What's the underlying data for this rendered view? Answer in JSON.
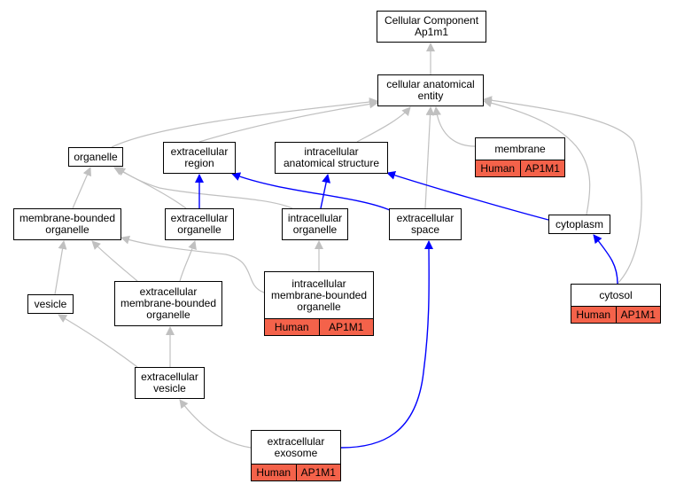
{
  "nodes": {
    "root": {
      "label": "Cellular Component\nAp1m1"
    },
    "cae": {
      "label": "cellular anatomical\nentity"
    },
    "organelle": {
      "label": "organelle"
    },
    "ext_region": {
      "label": "extracellular\nregion"
    },
    "ias": {
      "label": "intracellular\nanatomical structure"
    },
    "membrane": {
      "label": "membrane",
      "species": "Human",
      "gene": "AP1M1"
    },
    "mbo": {
      "label": "membrane-bounded\norganelle"
    },
    "ext_organelle": {
      "label": "extracellular\norganelle"
    },
    "ic_organelle": {
      "label": "intracellular\norganelle"
    },
    "ext_space": {
      "label": "extracellular\nspace"
    },
    "cytoplasm": {
      "label": "cytoplasm"
    },
    "vesicle": {
      "label": "vesicle"
    },
    "ext_mbo": {
      "label": "extracellular\nmembrane-bounded\norganelle"
    },
    "ic_mbo": {
      "label": "intracellular\nmembrane-bounded\norganelle",
      "species": "Human",
      "gene": "AP1M1"
    },
    "cytosol": {
      "label": "cytosol",
      "species": "Human",
      "gene": "AP1M1"
    },
    "ext_vesicle": {
      "label": "extracellular\nvesicle"
    },
    "exosome": {
      "label": "extracellular\nexosome",
      "species": "Human",
      "gene": "AP1M1"
    }
  },
  "edge_colors": {
    "is_a": "#c0c0c0",
    "part_of": "#0000ff"
  }
}
